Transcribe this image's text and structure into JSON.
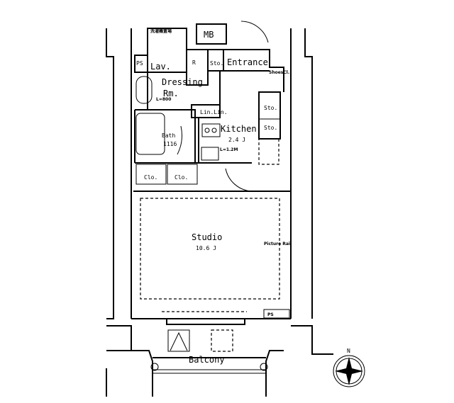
{
  "rooms": {
    "mb": "MB",
    "lav": "Lav.",
    "dressing": "Dressing",
    "dressing2": "Rm.",
    "entrance": "Entrance",
    "sto_entrance": "Sto.",
    "shoes": "ShoesCl.",
    "refrigerator": "R",
    "ps_top": "PS",
    "linen": "Lin.Lin.",
    "sto_kitchen_1": "Sto.",
    "sto_kitchen_2": "Sto.",
    "kitchen": "Kitchen",
    "kitchen_size": "2.4 J",
    "bath": "Bath",
    "bath_size": "1116",
    "lav_counter": "L=800",
    "kitchen_counter": "L=1.2M",
    "clo_1": "Clo.",
    "clo_2": "Clo.",
    "studio": "Studio",
    "studio_size": "10.6 J",
    "picture_rail": "Picture Rail",
    "ps_bottom": "PS",
    "balcony": "Balcony",
    "top_label": "洗濯機置場",
    "north": "N"
  }
}
